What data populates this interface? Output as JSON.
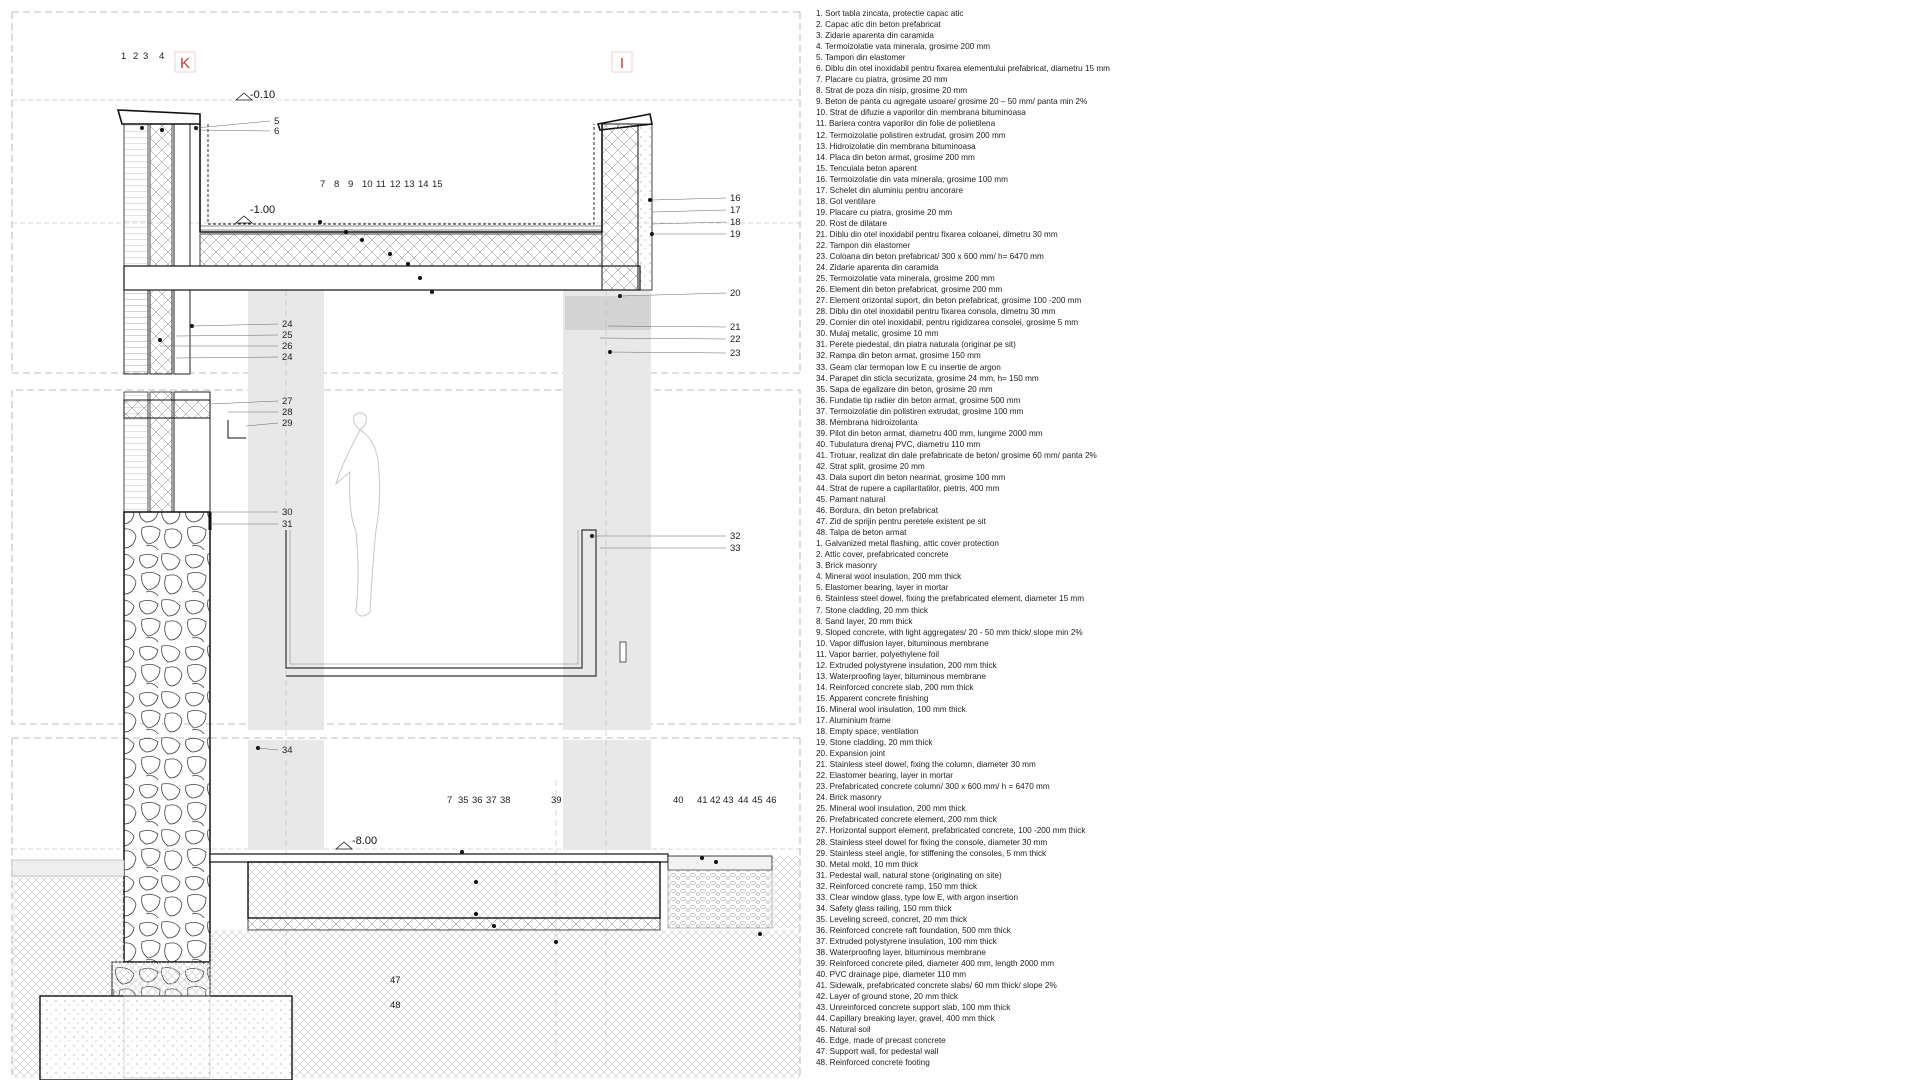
{
  "section": {
    "axis_labels": [
      "K",
      "I"
    ],
    "elevations": [
      "-0.10",
      "-1.00",
      "-8.00"
    ],
    "callouts": {
      "top_left": [
        "1",
        "2",
        "3",
        "4"
      ],
      "top_right_sills": [
        "5",
        "6"
      ],
      "roof": [
        "7",
        "8",
        "9",
        "10",
        "11",
        "12",
        "13",
        "14",
        "15"
      ],
      "facade_right": [
        "16",
        "17",
        "18",
        "19"
      ],
      "slab_right": [
        "20",
        "21",
        "22",
        "23"
      ],
      "wall_left": [
        "24",
        "25",
        "26",
        "24"
      ],
      "console": [
        "27",
        "28",
        "29"
      ],
      "pedestal": [
        "30",
        "31"
      ],
      "balcony": [
        "32",
        "33"
      ],
      "railing": [
        "34"
      ],
      "ground": [
        "7",
        "35",
        "36",
        "37",
        "38",
        "39"
      ],
      "sidewalk": [
        "40",
        "41",
        "42",
        "43",
        "44",
        "45",
        "46"
      ],
      "foundation": [
        "47",
        "48"
      ]
    }
  },
  "legend_ro": [
    "1. Sort tabla zincata, protectie capac atic",
    "2. Capac atic din beton prefabricat",
    "3. Zidarie aparenta din caramida",
    "4. Termoizolatie vata minerala, grosime 200 mm",
    "5. Tampon din elastomer",
    "6. Diblu din otel inoxidabil pentru fixarea elementului prefabricat, diametru 15 mm",
    "7. Placare cu piatra, grosime 20 mm",
    "8. Strat de poza din nisip, grosime 20 mm",
    "9. Beton de panta cu agregate usoare/ grosime 20 – 50 mm/ panta min 2%",
    "10. Strat de difuzie a vaporilor din membrana bituminoasa",
    "11. Bariera contra vaporilor din folie de polietilena",
    "12. Termoizolatie polistiren extrudat, grosim 200 mm",
    "13. Hidroizolatie din membrana bituminoasa",
    "14. Placa din beton armat, grosime 200 mm",
    "15. Tencuiala beton aparent",
    "16. Termoizolatie din vata minerala, grosime 100 mm",
    "17. Schelet din aluminiu pentru ancorare",
    "18. Gol ventilare",
    "19. Placare cu piatra, grosime 20 mm",
    "20. Rost de dilatare",
    "21. Diblu din otel inoxidabil pentru fixarea coloanei, dimetru 30 mm",
    "22. Tampon din elastomer",
    "23. Coloana din beton prefabricat/ 300 x 600 mm/ h= 6470 mm",
    "24. Zidarie aparenta din caramida",
    "25. Termoizolatie vata minerala, grosime 200 mm",
    "26. Element din beton prefabricat, grosime 200 mm",
    "27. Element orizontal suport, din beton prefabricat, grosime 100 -200 mm",
    "28. Diblu din otel inoxidabil pentru fixarea consola, dimetru 30 mm",
    "29. Cornier din otel inoxidabil, pentru rigidizarea consolei, grosime 5 mm",
    "30. Mulaj metalic, grosime 10 mm",
    "31. Perete piedestal, din piatra naturala (originar pe sit)",
    "32. Rampa din beton armat, grosime 150 mm",
    "33. Geam clar termopan low E cu insertie de argon",
    "34. Parapet din sticla securizata, grosime 24 mm, h= 150 mm",
    "35. Sapa de egalizare din beton, grosime 20 mm",
    "36. Fundatie tip radier din beton armat, grosime 500 mm",
    "37. Termoizolatie din polistiren extrudat, grosime 100 mm",
    "38. Membrana hidroizolanta",
    "39. Pilot din beton armat, diametru 400 mm, lungime 2000 mm",
    "40. Tubulatura drenaj PVC, diametru 110 mm",
    "41. Trotuar, realizat din dale prefabricate de beton/ grosime 60 mm/ panta 2%",
    "42. Strat split, grosime 20 mm",
    "43. Dala suport din beton nearmat, grosime 100 mm",
    "44. Strat de rupere a capilaritatilor, pietris, 400 mm",
    "45. Pamant natural",
    "46. Bordura, din beton prefabricat",
    "47. Zid de sprijin pentru peretele existent pe sit",
    "48. Talpa de beton armat"
  ],
  "legend_en": [
    "1. Galvanized metal flashing, attic cover protection",
    "2. Attic cover, prefabricated concrete",
    "3. Brick masonry",
    "4. Mineral wool insulation, 200 mm thick",
    "5. Elastomer bearing, layer in mortar",
    "6. Stainless steel dowel, fixing the prefabricated element, diameter 15 mm",
    "7. Stone cladding, 20 mm thick",
    "8. Sand layer, 20 mm thick",
    "9. Sloped concrete, with light aggregates/ 20 - 50 mm thick/ slope min 2%",
    "10. Vapor diffusion layer, bituminous membrane",
    "11. Vapor barrier, polyethylene foil",
    "12. Extruded polystyrene insulation, 200 mm thick",
    "13.  Waterproofing layer, bituminous membrane",
    "14. Reinforced concrete slab, 200 mm thick",
    "15. Apparent concrete finishing",
    "16. Mineral wool insulation, 100 mm thick",
    "17. Aluminium frame",
    "18. Empty space, ventilation",
    "19. Stone cladding, 20 mm thick",
    "20. Expansion joint",
    "21. Stainless steel dowel, fixing the column, diameter 30 mm",
    "22. Elastomer bearing, layer in mortar",
    "23. Prefabricated concrete column/ 300 x 600 mm/ h = 6470 mm",
    "24. Brick masonry",
    "25. Mineral wool insulation, 200 mm thick",
    "26. Prefabricated concrete element,  200 mm thick",
    "27. Horizontal support element,  prefabricated concrete, 100 -200 mm thick",
    "28. Stainless steel dowel for fixing the console, diameter 30 mm",
    "29. Stainless steel angle, for stiffening the consoles, 5 mm thick",
    "30. Metal mold, 10 mm thick",
    "31. Pedestal wall, natural stone (originating on site)",
    "32. Reinforced concrete ramp, 150 mm thick",
    "33. Clear window glass, type low E, with argon insertion",
    "34. Safety glass railing, 150 mm thick",
    "35. Leveling screed, concret, 20 mm thick",
    "36. Reinforced concrete raft foundation, 500 mm thick",
    "37. Extruded polystyrene insulation, 100 mm thick",
    "38. Waterproofing layer, bituminous membrane",
    "39. Reinforced concrete piled, diameter 400 mm, length 2000 mm",
    "40. PVC drainage pipe, diameter 110 mm",
    "41. Sidewalk, prefabricated concrete slabs/ 60 mm thick/ slope 2%",
    "42. Layer of ground stone, 20 mm thick",
    "43. Unreinforced concrete support slab, 100 mm thick",
    "44. Capillary breaking layer, gravel, 400 mm thick",
    "45. Natural soil",
    "46. Edge, made of precast concrete",
    "47. Support wall, for pedestal wall",
    "48. Reinforced concrete footing"
  ],
  "colors": {
    "line": "#1a1a1a",
    "grey_fill": "#e6e6e6",
    "axis_red": "#c0392b",
    "dash": "#9a9a9a"
  }
}
